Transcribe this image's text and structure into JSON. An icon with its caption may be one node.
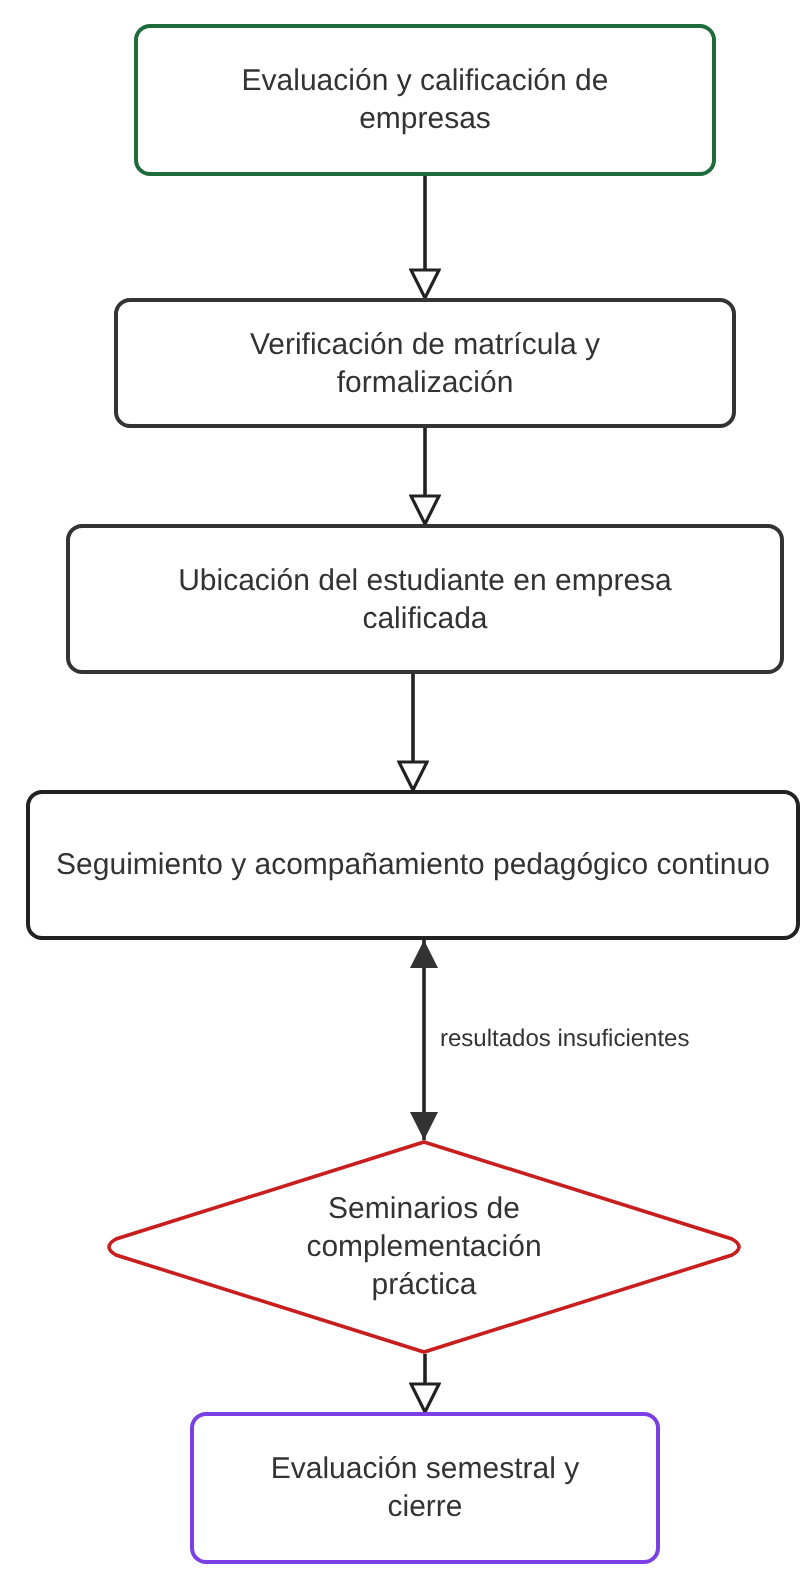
{
  "diagram": {
    "nodes": [
      {
        "text": [
          "Evaluación y calificación de empresas"
        ]
      },
      {
        "text": [
          "Verificación de matrícula y formalización"
        ]
      },
      {
        "text": [
          "Ubicación del estudiante en empresa calificada"
        ]
      },
      {
        "text": [
          "Seguimiento y acompañamiento pedagógico continuo"
        ]
      },
      {
        "text": [
          "Seminarios de complementación práctica"
        ]
      },
      {
        "text": [
          "Evaluación semestral y cierre"
        ]
      }
    ],
    "edges": [
      {
        "from": 0,
        "to": 1,
        "arrow": "to"
      },
      {
        "from": 1,
        "to": 2,
        "arrow": "to"
      },
      {
        "from": 2,
        "to": 3,
        "arrow": "to"
      },
      {
        "from": 3,
        "to": 4,
        "arrow": "both",
        "label": "resultados insuficientes"
      },
      {
        "from": 4,
        "to": 5,
        "arrow": "to"
      }
    ]
  }
}
